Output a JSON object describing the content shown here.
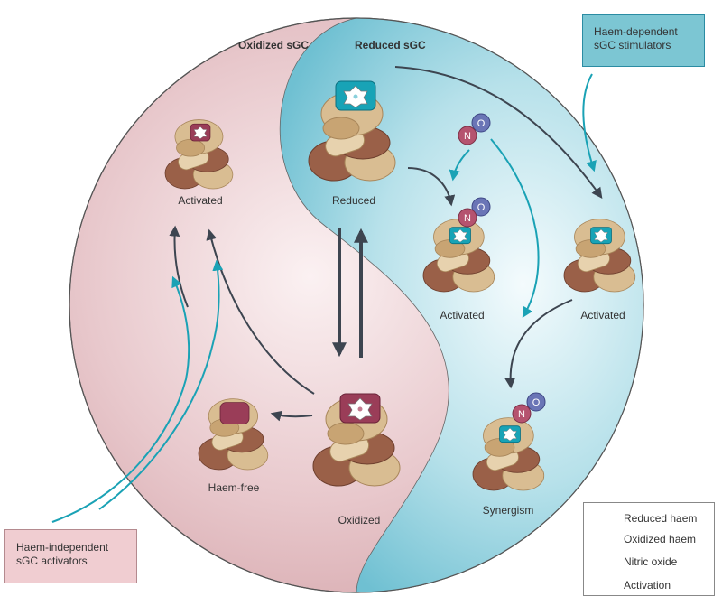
{
  "sections": {
    "oxidized_title": "Oxidized sGC",
    "reduced_title": "Reduced sGC"
  },
  "states": {
    "activated_left": "Activated",
    "reduced": "Reduced",
    "activated_mid": "Activated",
    "activated_right": "Activated",
    "haem_free": "Haem-free",
    "oxidized": "Oxidized",
    "synergism": "Synergism"
  },
  "callouts": {
    "stimulators_line1": "Haem-dependent",
    "stimulators_line2": "sGC stimulators",
    "activators_line1": "Haem-independent",
    "activators_line2": "sGC activators"
  },
  "no_letters": {
    "n": "N",
    "o": "O"
  },
  "legend": {
    "reduced_haem": "Reduced haem",
    "oxidized_haem": "Oxidized haem",
    "nitric_oxide": "Nitric oxide",
    "activation": "Activation"
  },
  "colors": {
    "oxidized_bg": "#e7c3c7",
    "reduced_bg": "#8fcfdc",
    "activation_arrow": "#1aa2b5",
    "pathway_arrow": "#3d4550",
    "protein_light": "#d9bd92",
    "protein_dark": "#9a6048",
    "haem_reduced": "#18a3b6",
    "haem_oxidized": "#9a3d58",
    "nitrogen": "#b5536f",
    "oxygen": "#6a75b6"
  }
}
